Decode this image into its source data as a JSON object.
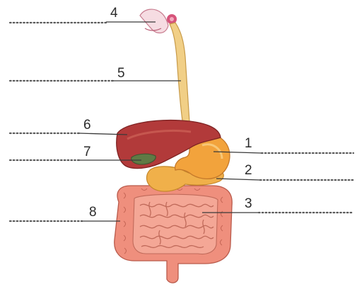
{
  "labels": [
    {
      "id": "label-1",
      "text": "1",
      "organ": "stomach"
    },
    {
      "id": "label-2",
      "text": "2",
      "organ": "pancreas"
    },
    {
      "id": "label-3",
      "text": "3",
      "organ": "small-intestine"
    },
    {
      "id": "label-4",
      "text": "4",
      "organ": "mouth"
    },
    {
      "id": "label-5",
      "text": "5",
      "organ": "esophagus"
    },
    {
      "id": "label-6",
      "text": "6",
      "organ": "liver"
    },
    {
      "id": "label-7",
      "text": "7",
      "organ": "gallbladder"
    },
    {
      "id": "label-8",
      "text": "8",
      "organ": "large-intestine"
    }
  ],
  "colors": {
    "liver": "#b23a3a",
    "stomach": "#f2a33c",
    "pancreas": "#f0b04a",
    "intestine": "#ef8f7d",
    "esophagus": "#f1cf86",
    "gallbladder": "#5f7a45",
    "mouth": "#d6547a",
    "text": "#2b2b2b"
  }
}
